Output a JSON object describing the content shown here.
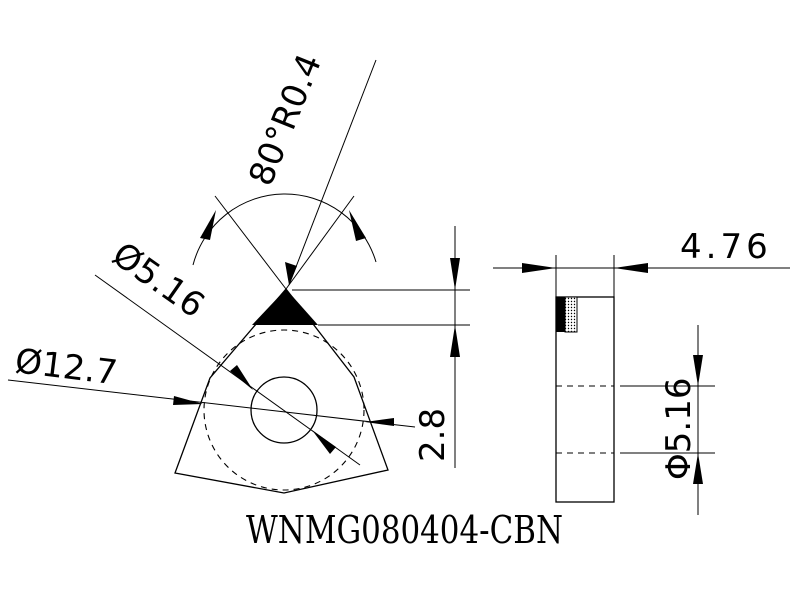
{
  "part_number": "WNMG080404-CBN",
  "dimensions": {
    "angle_radius": "80°R0.4",
    "insert_diameter": "Ø12.7",
    "hole_diameter": "Ø5.16",
    "tip_height": "2.8",
    "thickness": "4.76",
    "side_hole_diameter": "Φ5.16"
  },
  "colors": {
    "line": "#000000",
    "background": "#ffffff"
  }
}
